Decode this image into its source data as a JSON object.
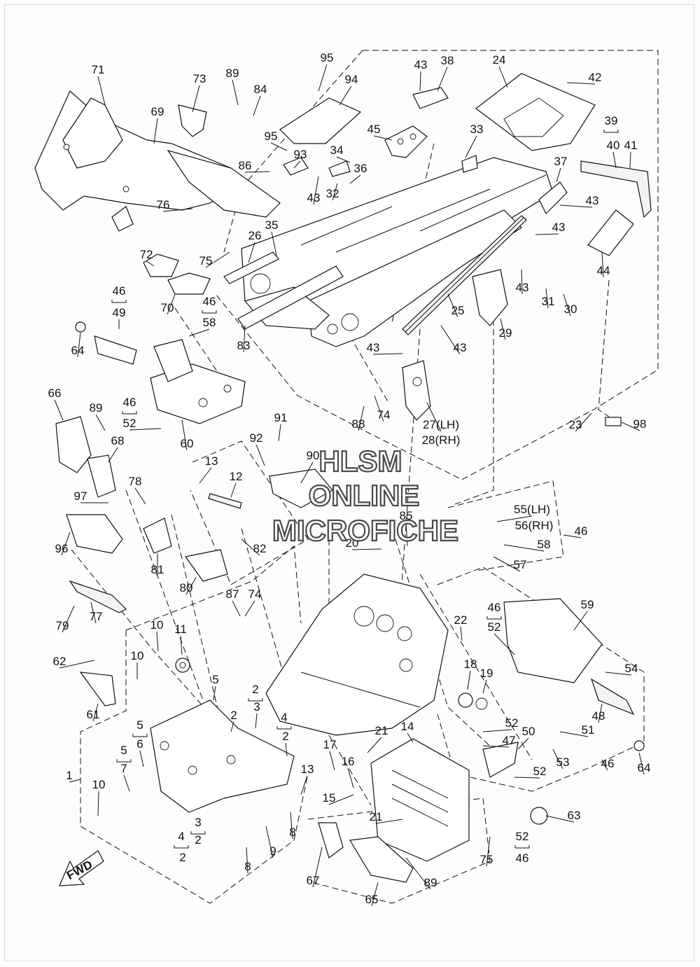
{
  "watermark": [
    "HLSM",
    "ONLINE",
    "MICROFICHE"
  ],
  "fwd_label": "FWD",
  "callouts": [
    {
      "id": "71",
      "text": "71"
    },
    {
      "id": "73",
      "text": "73"
    },
    {
      "id": "89a",
      "text": "89"
    },
    {
      "id": "84",
      "text": "84"
    },
    {
      "id": "95a",
      "text": "95"
    },
    {
      "id": "94",
      "text": "94"
    },
    {
      "id": "43a",
      "text": "43"
    },
    {
      "id": "38",
      "text": "38"
    },
    {
      "id": "24",
      "text": "24"
    },
    {
      "id": "42",
      "text": "42"
    },
    {
      "id": "69",
      "text": "69"
    },
    {
      "id": "95b",
      "text": "95"
    },
    {
      "id": "93",
      "text": "93"
    },
    {
      "id": "45",
      "text": "45"
    },
    {
      "id": "33",
      "text": "33"
    },
    {
      "id": "39",
      "text": "39"
    },
    {
      "id": "40",
      "text": "40"
    },
    {
      "id": "41",
      "text": "41"
    },
    {
      "id": "34",
      "text": "34"
    },
    {
      "id": "86",
      "text": "86"
    },
    {
      "id": "36",
      "text": "36"
    },
    {
      "id": "37",
      "text": "37"
    },
    {
      "id": "32",
      "text": "32"
    },
    {
      "id": "43b",
      "text": "43"
    },
    {
      "id": "43c",
      "text": "43"
    },
    {
      "id": "76",
      "text": "76"
    },
    {
      "id": "43d",
      "text": "43"
    },
    {
      "id": "35",
      "text": "35"
    },
    {
      "id": "26",
      "text": "26"
    },
    {
      "id": "72",
      "text": "72"
    },
    {
      "id": "75a",
      "text": "75"
    },
    {
      "id": "44",
      "text": "44"
    },
    {
      "id": "43e",
      "text": "43"
    },
    {
      "id": "70",
      "text": "70"
    },
    {
      "id": "46a",
      "text": "46"
    },
    {
      "id": "49",
      "text": "49"
    },
    {
      "id": "25",
      "text": "25"
    },
    {
      "id": "31",
      "text": "31"
    },
    {
      "id": "30",
      "text": "30"
    },
    {
      "id": "46b",
      "text": "46"
    },
    {
      "id": "58a",
      "text": "58"
    },
    {
      "id": "29",
      "text": "29"
    },
    {
      "id": "83",
      "text": "83"
    },
    {
      "id": "64a",
      "text": "64"
    },
    {
      "id": "43f",
      "text": "43"
    },
    {
      "id": "43g",
      "text": "43"
    },
    {
      "id": "66",
      "text": "66"
    },
    {
      "id": "89b",
      "text": "89"
    },
    {
      "id": "46c",
      "text": "46"
    },
    {
      "id": "52a",
      "text": "52"
    },
    {
      "id": "88",
      "text": "88"
    },
    {
      "id": "74a",
      "text": "74"
    },
    {
      "id": "27",
      "text": "27(LH)"
    },
    {
      "id": "28",
      "text": "28(RH)"
    },
    {
      "id": "23",
      "text": "23"
    },
    {
      "id": "98",
      "text": "98"
    },
    {
      "id": "91",
      "text": "91"
    },
    {
      "id": "68",
      "text": "68"
    },
    {
      "id": "60",
      "text": "60"
    },
    {
      "id": "92",
      "text": "92"
    },
    {
      "id": "90",
      "text": "90"
    },
    {
      "id": "13a",
      "text": "13"
    },
    {
      "id": "12",
      "text": "12"
    },
    {
      "id": "78",
      "text": "78"
    },
    {
      "id": "97",
      "text": "97"
    },
    {
      "id": "55",
      "text": "55(LH)"
    },
    {
      "id": "56",
      "text": "56(RH)"
    },
    {
      "id": "46d",
      "text": "46"
    },
    {
      "id": "85",
      "text": "85"
    },
    {
      "id": "58b",
      "text": "58"
    },
    {
      "id": "96",
      "text": "96"
    },
    {
      "id": "20",
      "text": "20"
    },
    {
      "id": "82",
      "text": "82"
    },
    {
      "id": "57",
      "text": "57"
    },
    {
      "id": "81",
      "text": "81"
    },
    {
      "id": "80",
      "text": "80"
    },
    {
      "id": "87",
      "text": "87"
    },
    {
      "id": "74b",
      "text": "74"
    },
    {
      "id": "59",
      "text": "59"
    },
    {
      "id": "46e",
      "text": "46"
    },
    {
      "id": "52b",
      "text": "52"
    },
    {
      "id": "79",
      "text": "79"
    },
    {
      "id": "77",
      "text": "77"
    },
    {
      "id": "22",
      "text": "22"
    },
    {
      "id": "10a",
      "text": "10"
    },
    {
      "id": "11",
      "text": "11"
    },
    {
      "id": "10b",
      "text": "10"
    },
    {
      "id": "62",
      "text": "62"
    },
    {
      "id": "18",
      "text": "18"
    },
    {
      "id": "19",
      "text": "19"
    },
    {
      "id": "54",
      "text": "54"
    },
    {
      "id": "5a",
      "text": "5"
    },
    {
      "id": "2a",
      "text": "2"
    },
    {
      "id": "3a",
      "text": "3"
    },
    {
      "id": "61",
      "text": "61"
    },
    {
      "id": "2b",
      "text": "2"
    },
    {
      "id": "48",
      "text": "48"
    },
    {
      "id": "4a",
      "text": "4"
    },
    {
      "id": "2c",
      "text": "2"
    },
    {
      "id": "52c",
      "text": "52"
    },
    {
      "id": "50",
      "text": "50"
    },
    {
      "id": "5b",
      "text": "5"
    },
    {
      "id": "6",
      "text": "6"
    },
    {
      "id": "21a",
      "text": "21"
    },
    {
      "id": "14",
      "text": "14"
    },
    {
      "id": "51",
      "text": "51"
    },
    {
      "id": "47",
      "text": "47"
    },
    {
      "id": "17",
      "text": "17"
    },
    {
      "id": "5c",
      "text": "5"
    },
    {
      "id": "7",
      "text": "7"
    },
    {
      "id": "53",
      "text": "53"
    },
    {
      "id": "16",
      "text": "16"
    },
    {
      "id": "46f",
      "text": "46"
    },
    {
      "id": "64b",
      "text": "64"
    },
    {
      "id": "1",
      "text": "1"
    },
    {
      "id": "13b",
      "text": "13"
    },
    {
      "id": "52d",
      "text": "52"
    },
    {
      "id": "10c",
      "text": "10"
    },
    {
      "id": "15",
      "text": "15"
    },
    {
      "id": "21b",
      "text": "21"
    },
    {
      "id": "63",
      "text": "63"
    },
    {
      "id": "3b",
      "text": "3"
    },
    {
      "id": "2d",
      "text": "2"
    },
    {
      "id": "8a",
      "text": "8"
    },
    {
      "id": "4b",
      "text": "4"
    },
    {
      "id": "9",
      "text": "9"
    },
    {
      "id": "2e",
      "text": "2"
    },
    {
      "id": "52e",
      "text": "52"
    },
    {
      "id": "46g",
      "text": "46"
    },
    {
      "id": "75b",
      "text": "75"
    },
    {
      "id": "8b",
      "text": "8"
    },
    {
      "id": "89c",
      "text": "89"
    },
    {
      "id": "67",
      "text": "67"
    },
    {
      "id": "65",
      "text": "65"
    }
  ]
}
